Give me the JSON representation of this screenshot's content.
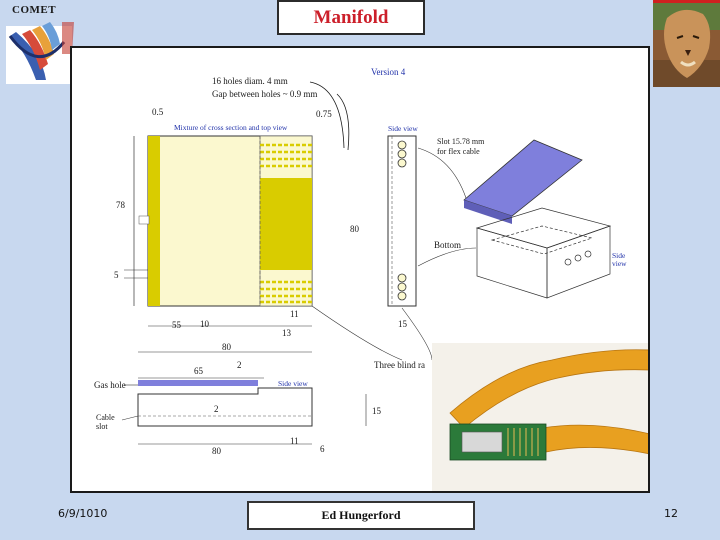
{
  "header": {
    "org_label": "COMET",
    "title": "Manifold"
  },
  "figure": {
    "version": "Version 4",
    "notes": {
      "holes": "16 holes diam. 4 mm",
      "gap": "Gap between holes ~ 0.9 mm",
      "mixture": "Mixture of cross section and top view",
      "side_view_top": "Side view",
      "slot": "Slot 15.78 mm",
      "slot2": "for flex cable",
      "bottom": "Bottom",
      "side_view_right": "Side",
      "side_view_right2": "view",
      "blind": "Three blind ra",
      "gas_hole": "Gas hole",
      "cable": "Cable",
      "slot_label": "slot",
      "side_view_bottom": "Side view"
    },
    "dims": {
      "d05": "0.5",
      "d075": "0.75",
      "d78": "78",
      "d80_side": "80",
      "d5": "5",
      "d55": "55",
      "d10": "10",
      "d11": "11",
      "d13": "13",
      "d15_side": "15",
      "d80_bottom": "80",
      "d2a": "2",
      "d65": "65",
      "d2b": "2",
      "d15": "15",
      "d11b": "11",
      "d80c": "80",
      "d6": "6"
    }
  },
  "footer": {
    "date": "6/9/1010",
    "author": "Ed Hungerford",
    "page": "12"
  },
  "colors": {
    "background": "#c8d8ef",
    "title": "#cc1f2a",
    "manifold_yellow": "#d9cc00",
    "manifold_pale": "#fbf8cf",
    "slot_purple": "#7f7fdc",
    "flex_orange": "#e8a020"
  }
}
